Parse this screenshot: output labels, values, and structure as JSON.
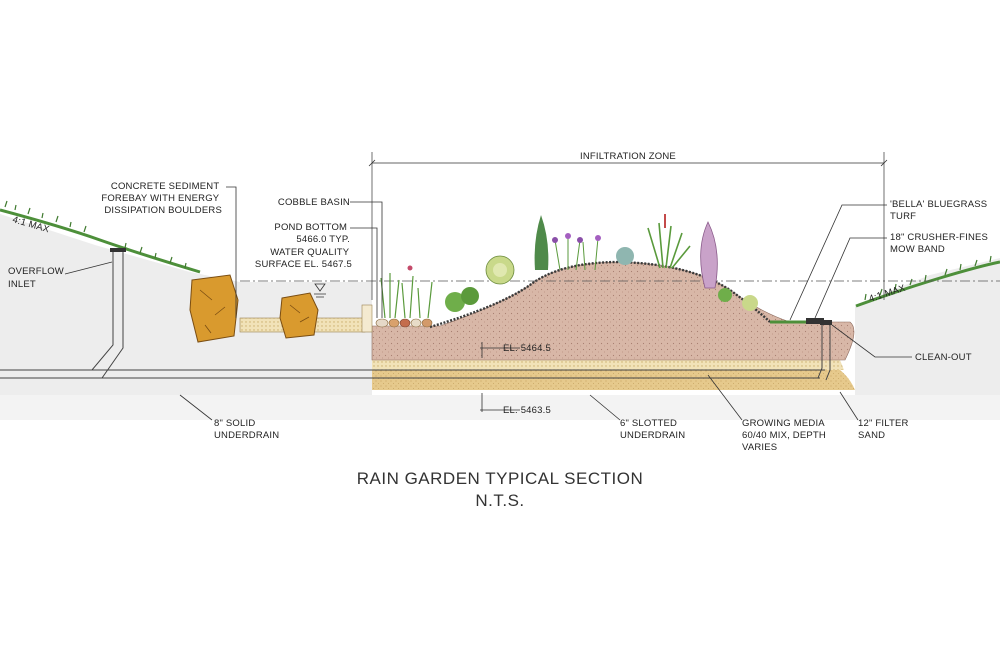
{
  "title": "RAIN GARDEN TYPICAL SECTION",
  "subtitle": "N.T.S.",
  "zone_label": "INFILTRATION ZONE",
  "slope_left": "4:1 MAX",
  "slope_right": "4:1 MAX",
  "labels": {
    "concrete_forebay": [
      "CONCRETE SEDIMENT",
      "FOREBAY WITH ENERGY",
      "DISSIPATION BOULDERS"
    ],
    "overflow_inlet": [
      "OVERFLOW",
      "INLET"
    ],
    "cobble_basin": [
      "COBBLE BASIN"
    ],
    "pond_bottom": [
      "POND BOTTOM",
      "5466.0 TYP."
    ],
    "water_quality": [
      "WATER QUALITY",
      "SURFACE EL. 5467.5"
    ],
    "bluegrass_turf": [
      "'BELLA' BLUEGRASS",
      "TURF"
    ],
    "crusher_fines": [
      "18\" CRUSHER-FINES",
      "MOW BAND"
    ],
    "clean_out": [
      "CLEAN-OUT"
    ],
    "el_upper": [
      "EL.  5464.5"
    ],
    "el_lower": [
      "EL.  5463.5"
    ],
    "solid_underdrain": [
      "8\" SOLID",
      "UNDERDRAIN"
    ],
    "slotted_underdrain": [
      "6\" SLOTTED",
      "UNDERDRAIN"
    ],
    "growing_media": [
      "GROWING MEDIA",
      "60/40 MIX, DEPTH",
      "VARIES"
    ],
    "filter_sand": [
      "12\" FILTER",
      "SAND"
    ]
  },
  "colors": {
    "soil": "#d9b8a8",
    "sand": "#e3c98e",
    "grass": "#4d8f3a",
    "boulder": "#d99a2e",
    "ground": "#ececec"
  }
}
